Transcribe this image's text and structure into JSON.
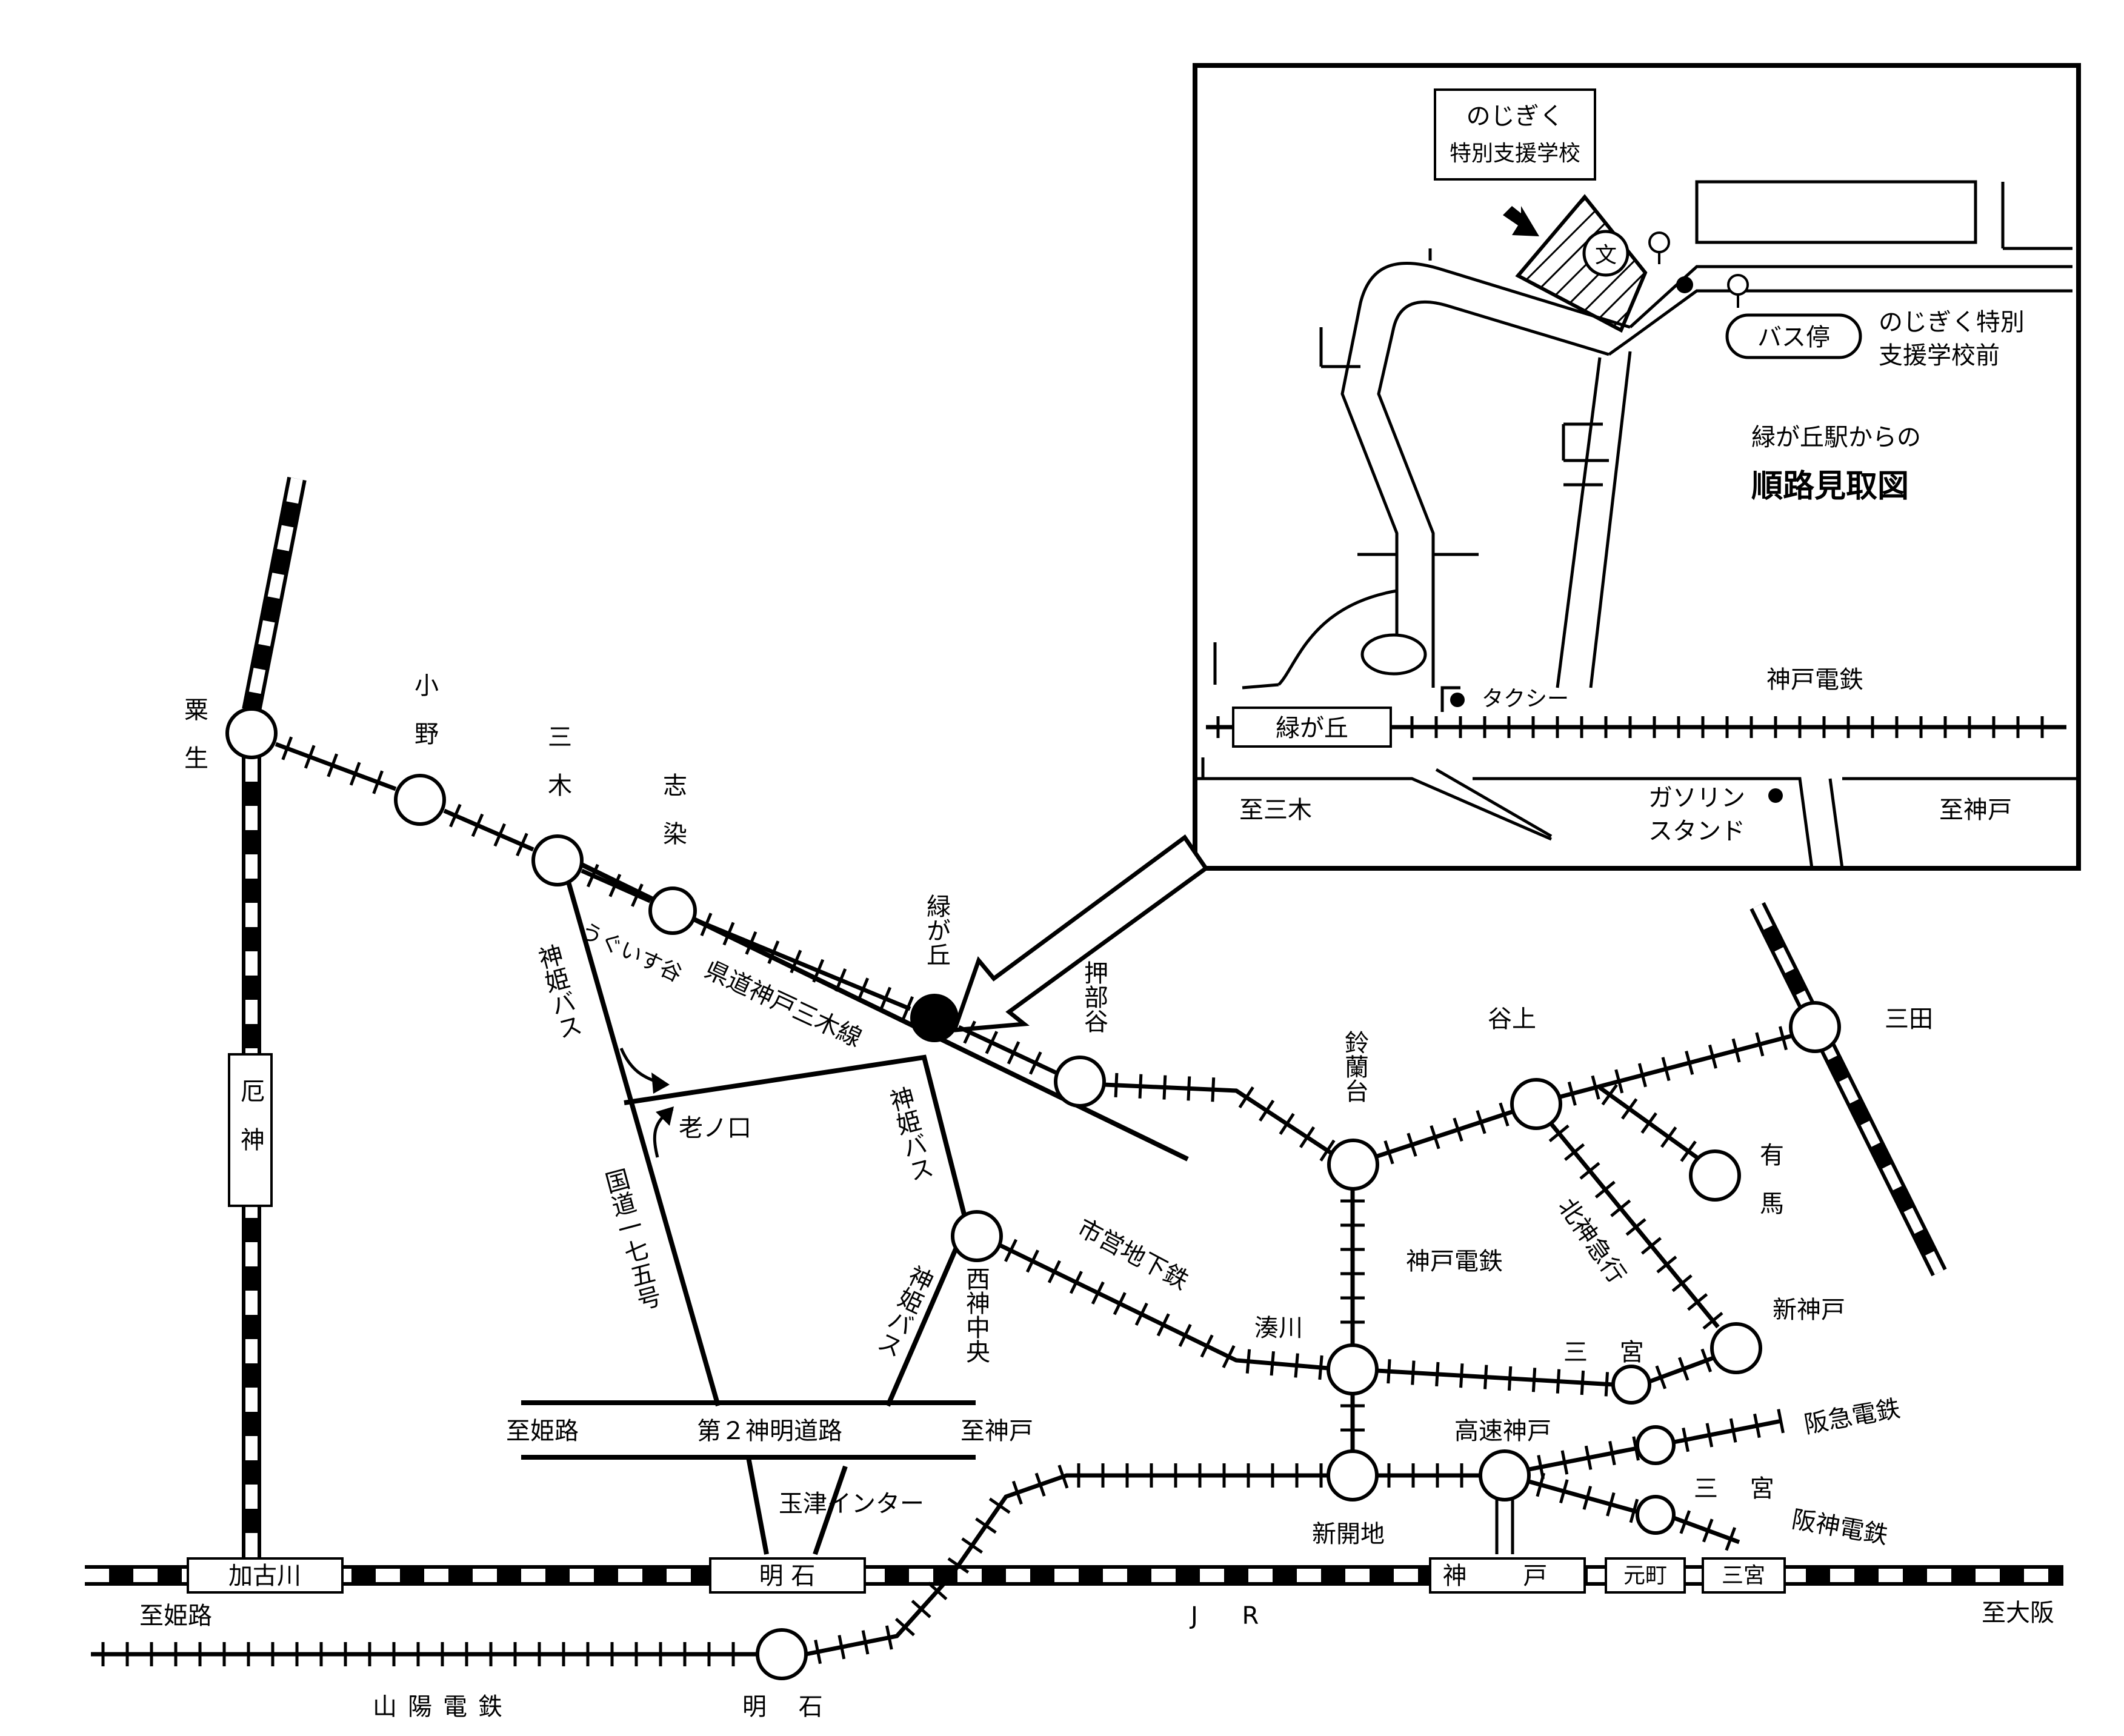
{
  "inset": {
    "school_name_line1": "のじぎく",
    "school_name_line2": "特別支援学校",
    "school_symbol": "文",
    "bus_stop_label": "バス停",
    "bus_stop_name_line1": "のじぎく特別",
    "bus_stop_name_line2": "支援学校前",
    "title_line1": "緑が丘駅からの",
    "title_line2": "順路見取図",
    "taxi_label": "タクシー",
    "railway_label": "神戸電鉄",
    "station_label": "緑が丘",
    "to_miki": "至三木",
    "gas_line1": "ガソリン",
    "gas_line2": "スタンド",
    "to_kobe": "至神戸"
  },
  "stations": {
    "awao": "粟生",
    "ono": "小野",
    "miki": "三木",
    "shijimi": "志染",
    "midorigaoka": "緑が丘",
    "oshibedani": "押部谷",
    "suzurandai": "鈴蘭台",
    "tanigami": "谷上",
    "sanda": "三田",
    "arima": "有馬",
    "shinkobe": "新神戸",
    "sannomiya_subway": "三 宮",
    "minatogawa": "湊川",
    "nishishin_chuo": "西神中央",
    "kosoku_kobe": "高速神戸",
    "shinkaichi": "新開地",
    "sannomiya_private": "三 宮",
    "sanyo_akashi": "明 石"
  },
  "lines": {
    "yakujin": "厄神",
    "kobe_dentetsu": "神戸電鉄",
    "kita_kyuko": "北神急行",
    "subway": "市営地下鉄",
    "hankyu": "阪急電鉄",
    "hanshin": "阪神電鉄",
    "sanyo": "山陽電鉄",
    "jr": "J R"
  },
  "roads": {
    "uguisudani": "うぐいす谷",
    "prefectural_road": "県道神戸三木線",
    "shinki_bus_1": "神姫バス",
    "shinki_bus_2": "神姫バス",
    "shinki_bus_3": "神姫バス",
    "oinokuchi": "老ノ口",
    "route_175": "国道一七五号",
    "daini_shinmei": "第２神明道路",
    "to_himeji_road": "至姫路",
    "to_kobe_road": "至神戸",
    "tamatsu_ic": "玉津インター"
  },
  "jr_stations": {
    "kakogawa": "加古川",
    "akashi": "明 石",
    "kobe": "神 戸",
    "motomachi": "元町",
    "sannomiya": "三宮"
  },
  "destinations": {
    "to_himeji": "至姫路",
    "to_osaka": "至大阪"
  }
}
